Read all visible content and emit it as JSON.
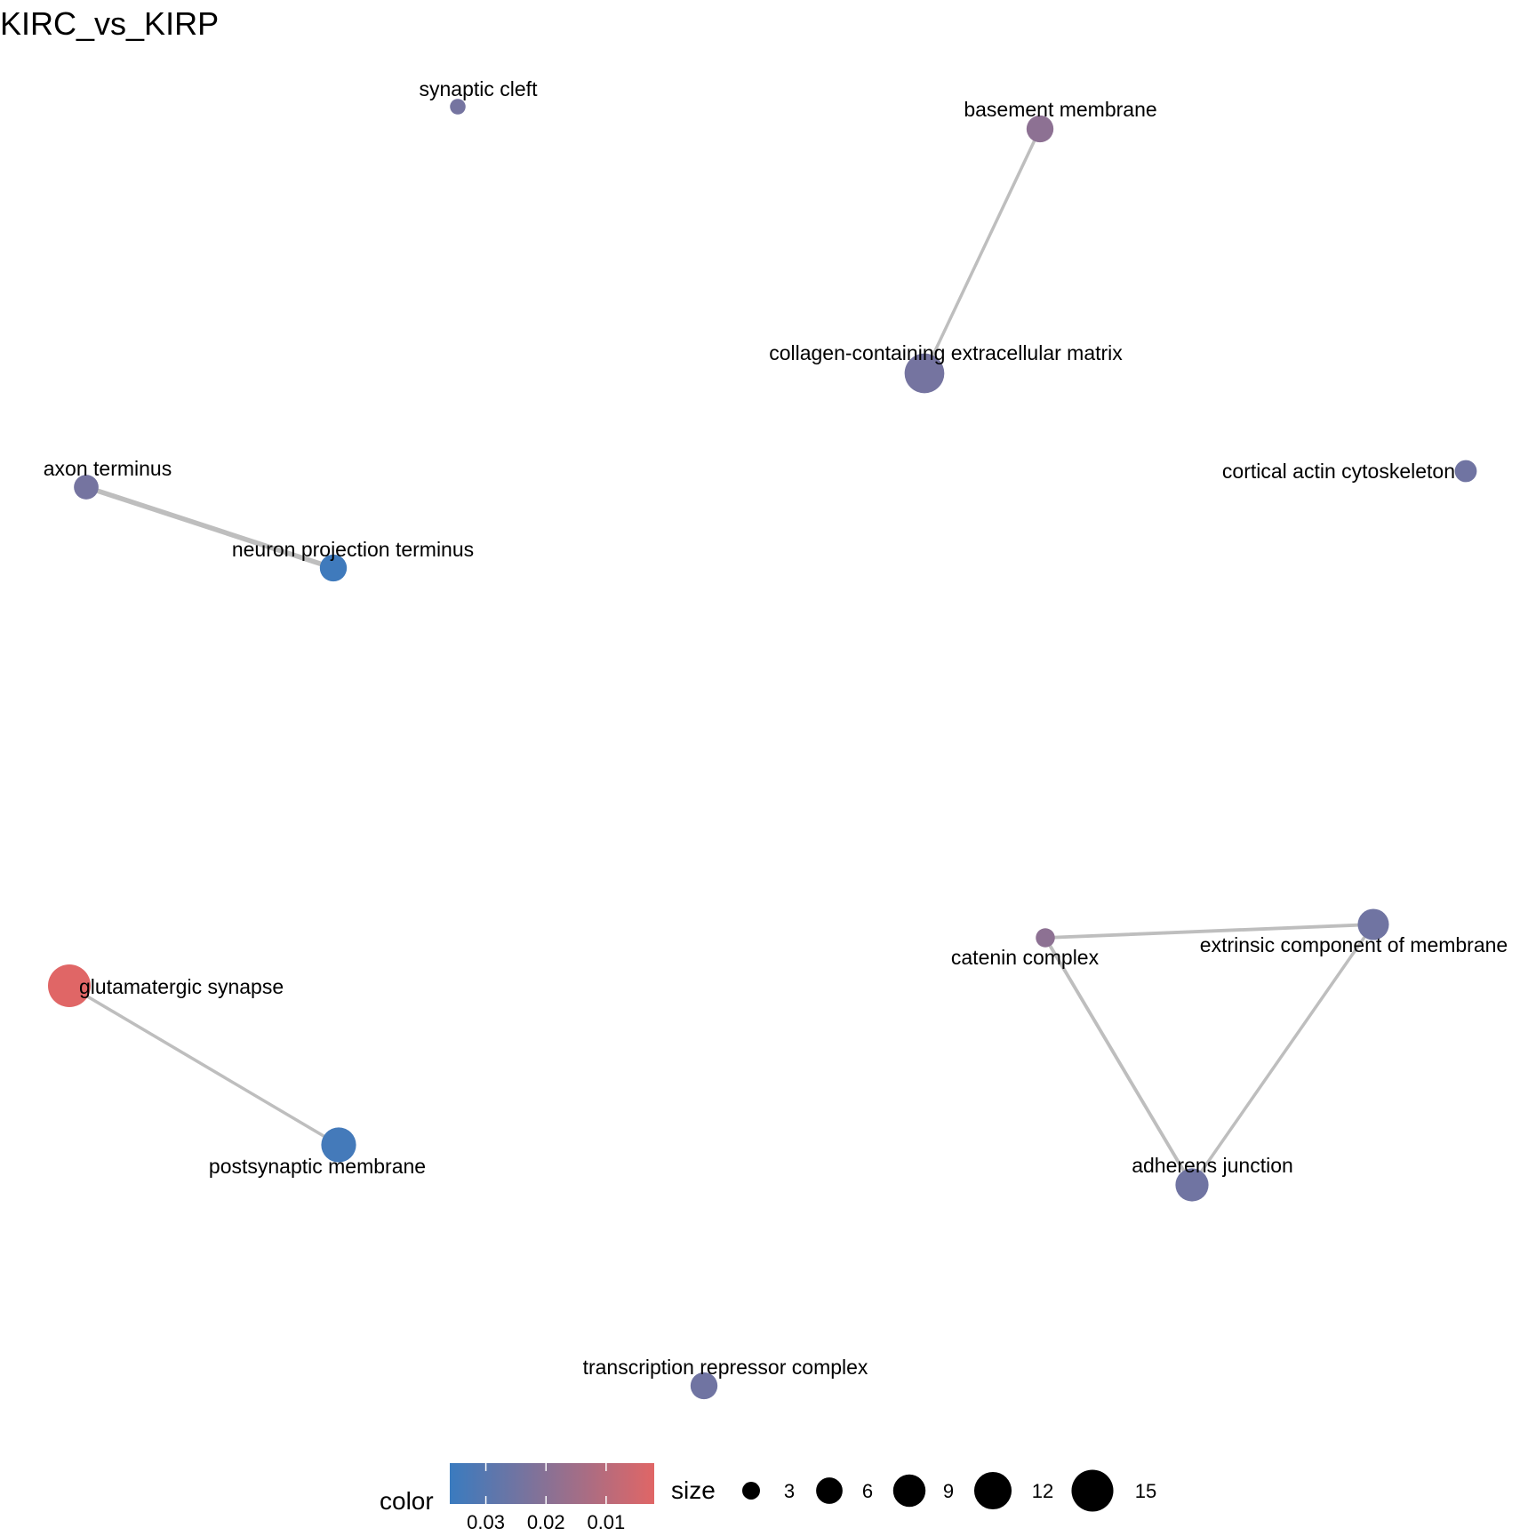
{
  "title": "KIRC_vs_KIRP",
  "colors": {
    "low": "#3a7bbf",
    "high": "#e06666",
    "edge": "#bebebe",
    "size_key": "#000000"
  },
  "nodes": [
    {
      "id": "synaptic_cleft",
      "label": "synaptic cleft",
      "color_value": 0.024,
      "size_value": 2
    },
    {
      "id": "basement_membrane",
      "label": "basement membrane",
      "color_value": 0.019,
      "size_value": 6
    },
    {
      "id": "collagen_ecm",
      "label": "collagen-containing extracellular matrix",
      "color_value": 0.024,
      "size_value": 13
    },
    {
      "id": "axon_terminus",
      "label": "axon terminus",
      "color_value": 0.024,
      "size_value": 5
    },
    {
      "id": "cortical_actin",
      "label": "cortical actin cytoskeleton",
      "color_value": 0.025,
      "size_value": 4
    },
    {
      "id": "neuron_projection_terminus",
      "label": "neuron projection terminus",
      "color_value": 0.035,
      "size_value": 6
    },
    {
      "id": "glutamatergic_synapse",
      "label": "glutamatergic synapse",
      "color_value": 0.002,
      "size_value": 15
    },
    {
      "id": "catenin_complex",
      "label": "catenin complex",
      "color_value": 0.019,
      "size_value": 3
    },
    {
      "id": "extrinsic_component",
      "label": "extrinsic component of membrane",
      "color_value": 0.025,
      "size_value": 8
    },
    {
      "id": "postsynaptic_membrane",
      "label": "postsynaptic membrane",
      "color_value": 0.034,
      "size_value": 10
    },
    {
      "id": "adherens_junction",
      "label": "adherens junction",
      "color_value": 0.025,
      "size_value": 9
    },
    {
      "id": "transcription_repressor",
      "label": "transcription repressor complex",
      "color_value": 0.025,
      "size_value": 6
    }
  ],
  "edges": [
    {
      "source": "basement_membrane",
      "target": "collagen_ecm",
      "weight": 1
    },
    {
      "source": "axon_terminus",
      "target": "neuron_projection_terminus",
      "weight": 1.6
    },
    {
      "source": "glutamatergic_synapse",
      "target": "postsynaptic_membrane",
      "weight": 1
    },
    {
      "source": "catenin_complex",
      "target": "extrinsic_component",
      "weight": 1.1
    },
    {
      "source": "catenin_complex",
      "target": "adherens_junction",
      "weight": 1.1
    },
    {
      "source": "extrinsic_component",
      "target": "adherens_junction",
      "weight": 1
    }
  ],
  "legend": {
    "color": {
      "title": "color",
      "ticks": [
        {
          "label": "0.03",
          "value": 0.03
        },
        {
          "label": "0.02",
          "value": 0.02
        },
        {
          "label": "0.01",
          "value": 0.01
        }
      ]
    },
    "size": {
      "title": "size",
      "entries": [
        {
          "label": "3",
          "value": 3
        },
        {
          "label": "6",
          "value": 6
        },
        {
          "label": "9",
          "value": 9
        },
        {
          "label": "12",
          "value": 12
        },
        {
          "label": "15",
          "value": 15
        }
      ]
    }
  }
}
